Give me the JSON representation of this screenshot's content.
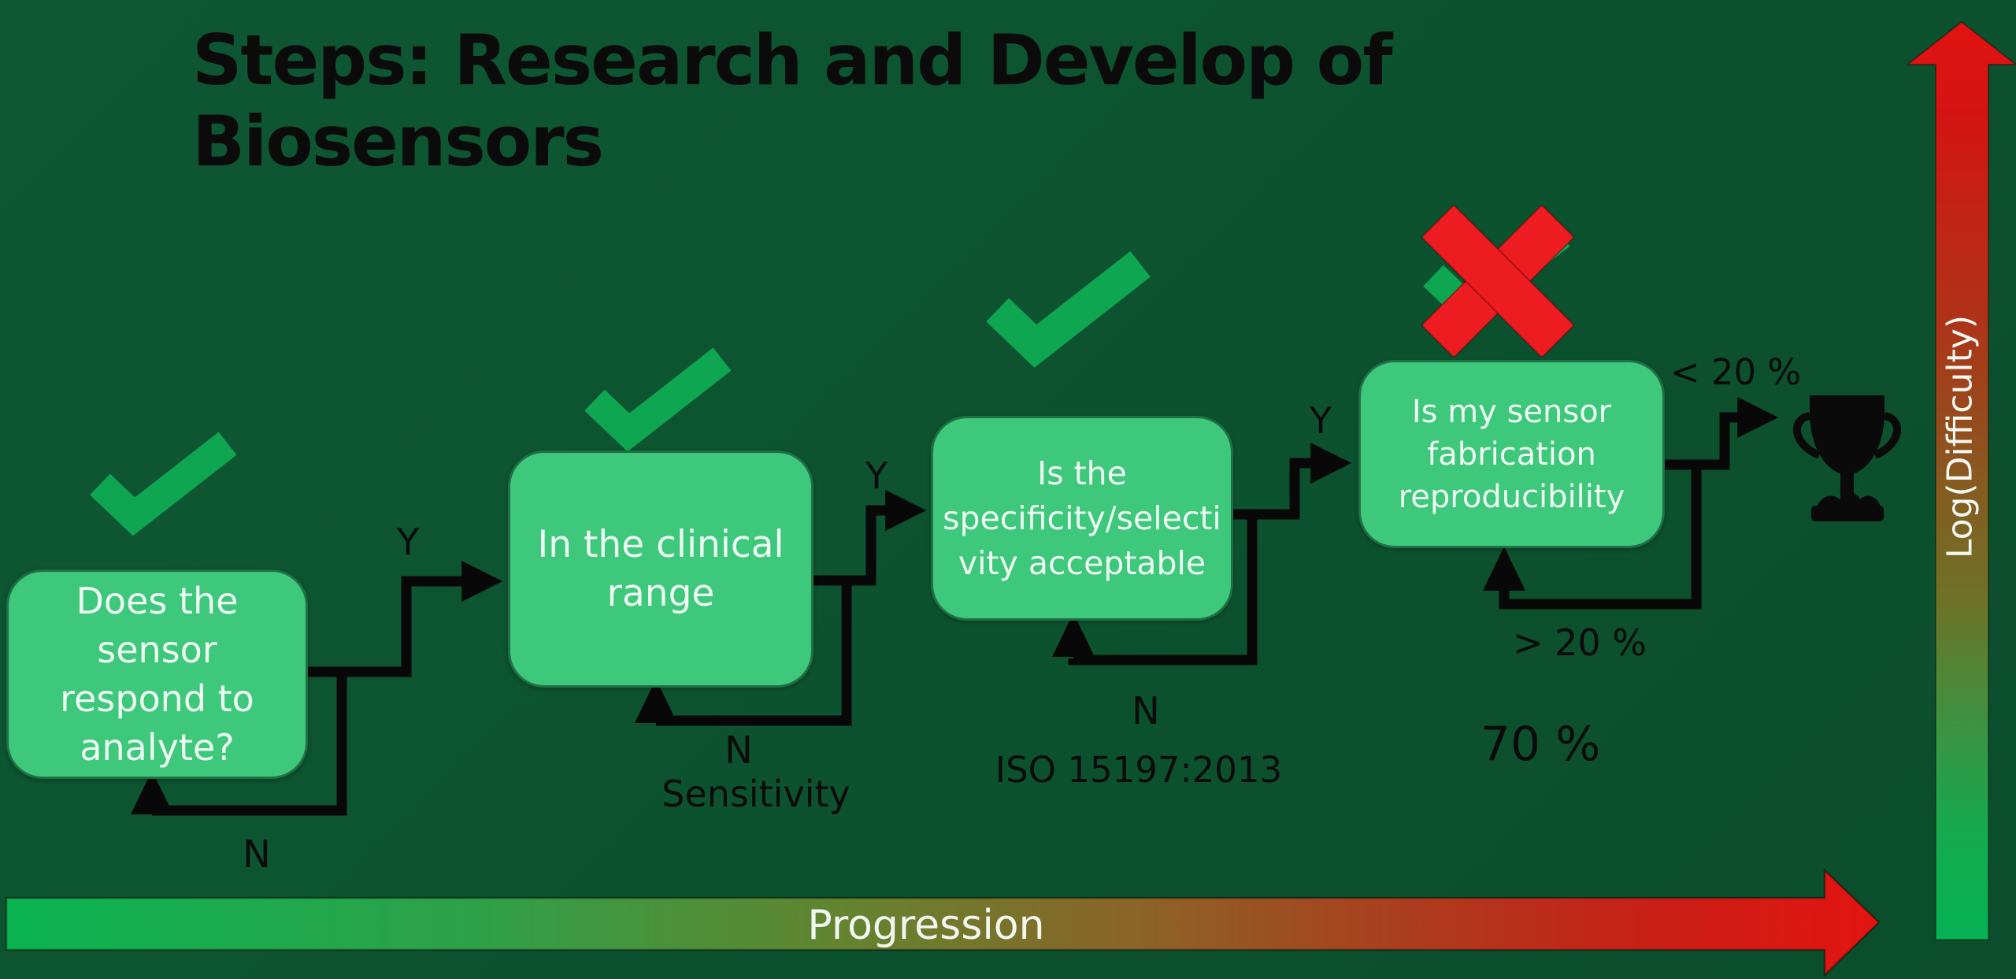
{
  "title": {
    "line1": "Steps: Research and Develop of",
    "line2": "Biosensors"
  },
  "flowchart": {
    "boxes": [
      {
        "name": "sensor-respond",
        "lines": [
          "Does the",
          "sensor",
          "respond to",
          "analyte?"
        ]
      },
      {
        "name": "clinical-range",
        "lines": [
          "In the clinical",
          "range"
        ]
      },
      {
        "name": "specificity",
        "lines": [
          "Is the",
          "specificity/selecti",
          "vity acceptable"
        ]
      },
      {
        "name": "reproducibility",
        "lines": [
          "Is my sensor",
          "fabrication",
          "reproducibility"
        ]
      }
    ],
    "connector_labels": {
      "yes1": "Y",
      "yes2": "Y",
      "yes3": "Y",
      "no1": "N",
      "no2": "N",
      "no3": "N"
    },
    "annotations": {
      "sensitivity": "Sensitivity",
      "iso_standard": "ISO 15197:2013",
      "less_than_20": "< 20 %",
      "greater_than_20": "> 20 %",
      "seventy_percent": "70 %"
    },
    "icons": [
      "check-icon",
      "check-icon",
      "check-icon",
      "cross-icon",
      "trophy-icon"
    ]
  },
  "axes": {
    "x_label": "Progression",
    "y_label": "Log(Difficulty)"
  },
  "colors": {
    "background": "#0D5330",
    "box_fill": "#3EC87C",
    "box_text": "#EDFBF2",
    "line_black": "#080808",
    "check_green": "#0FA651",
    "cross_red": "#EC1C21",
    "gradient_green": "#09B351",
    "gradient_red": "#E01312",
    "label_text": "#0B0B0B"
  }
}
